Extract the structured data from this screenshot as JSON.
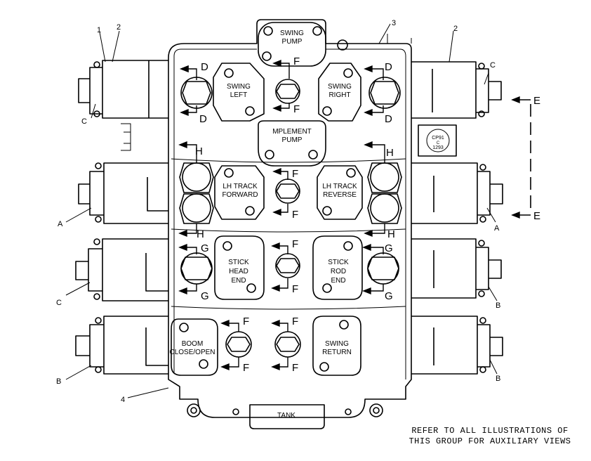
{
  "callouts": {
    "n1": "1",
    "n2a": "2",
    "n2b": "2",
    "n3": "3",
    "n4": "4"
  },
  "ports": {
    "swing_pump": [
      "SWING",
      "PUMP"
    ],
    "swing_left": [
      "SWING",
      "LEFT"
    ],
    "swing_right": [
      "SWING",
      "RIGHT"
    ],
    "implement_pump": [
      "MPLEMENT",
      "PUMP"
    ],
    "lh_track_forward": [
      "LH TRACK",
      "FORWARD"
    ],
    "lh_track_reverse": [
      "LH TRACK",
      "REVERSE"
    ],
    "stick_head_end": [
      "STICK",
      "HEAD",
      "END"
    ],
    "stick_rod_end": [
      "STICK",
      "ROD",
      "END"
    ],
    "boom_close_open": [
      "BOOM",
      "CLOSE/OPEN"
    ],
    "swing_return": [
      "SWING",
      "RETURN"
    ],
    "tank": "TANK"
  },
  "section_letters": {
    "d": "D",
    "f": "F",
    "g": "G",
    "h": "H",
    "e": "E"
  },
  "side_letters": {
    "a": "A",
    "b": "B",
    "c": "C"
  },
  "plate": [
    "CP91",
    "C",
    "1293"
  ],
  "note": [
    "REFER TO ALL ILLUSTRATIONS OF",
    "THIS GROUP FOR AUXILIARY VIEWS"
  ]
}
